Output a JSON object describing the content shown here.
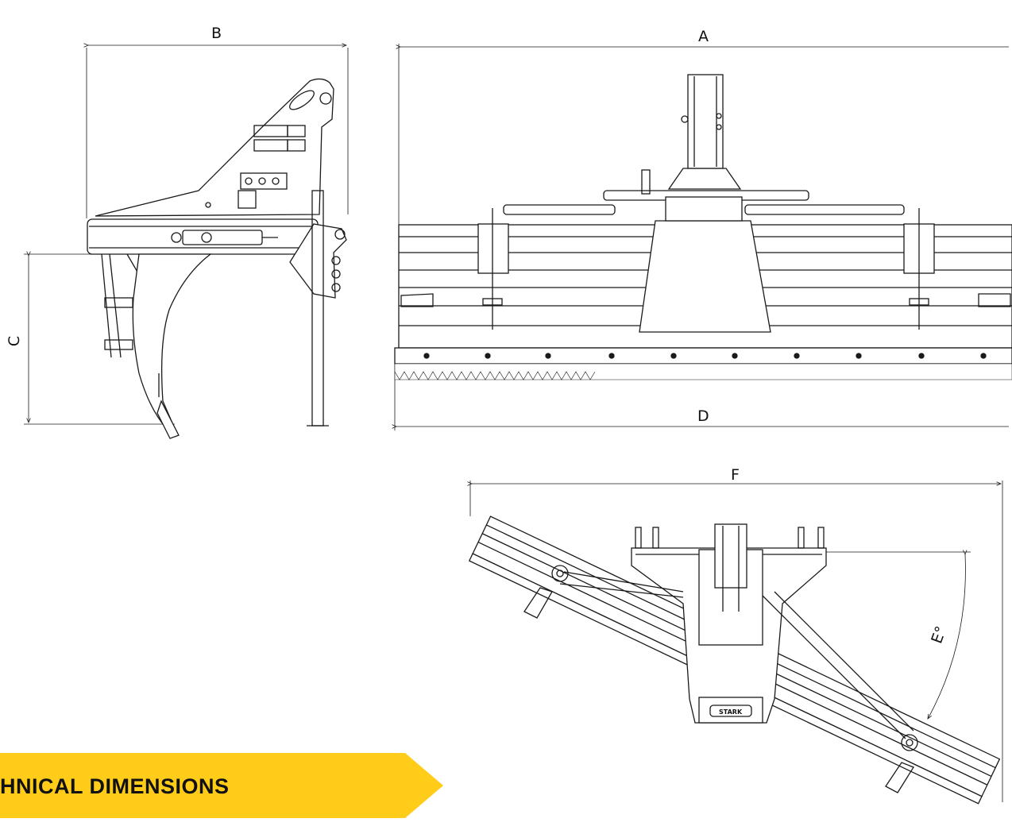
{
  "dimension_labels": {
    "a": "A",
    "b": "B",
    "c": "C",
    "d": "D",
    "e": "E°",
    "f": "F"
  },
  "banner": {
    "text": "HNICAL DIMENSIONS",
    "color": "#FFCC1A"
  },
  "brand": "STARK",
  "line_color": "#1a1a1a"
}
